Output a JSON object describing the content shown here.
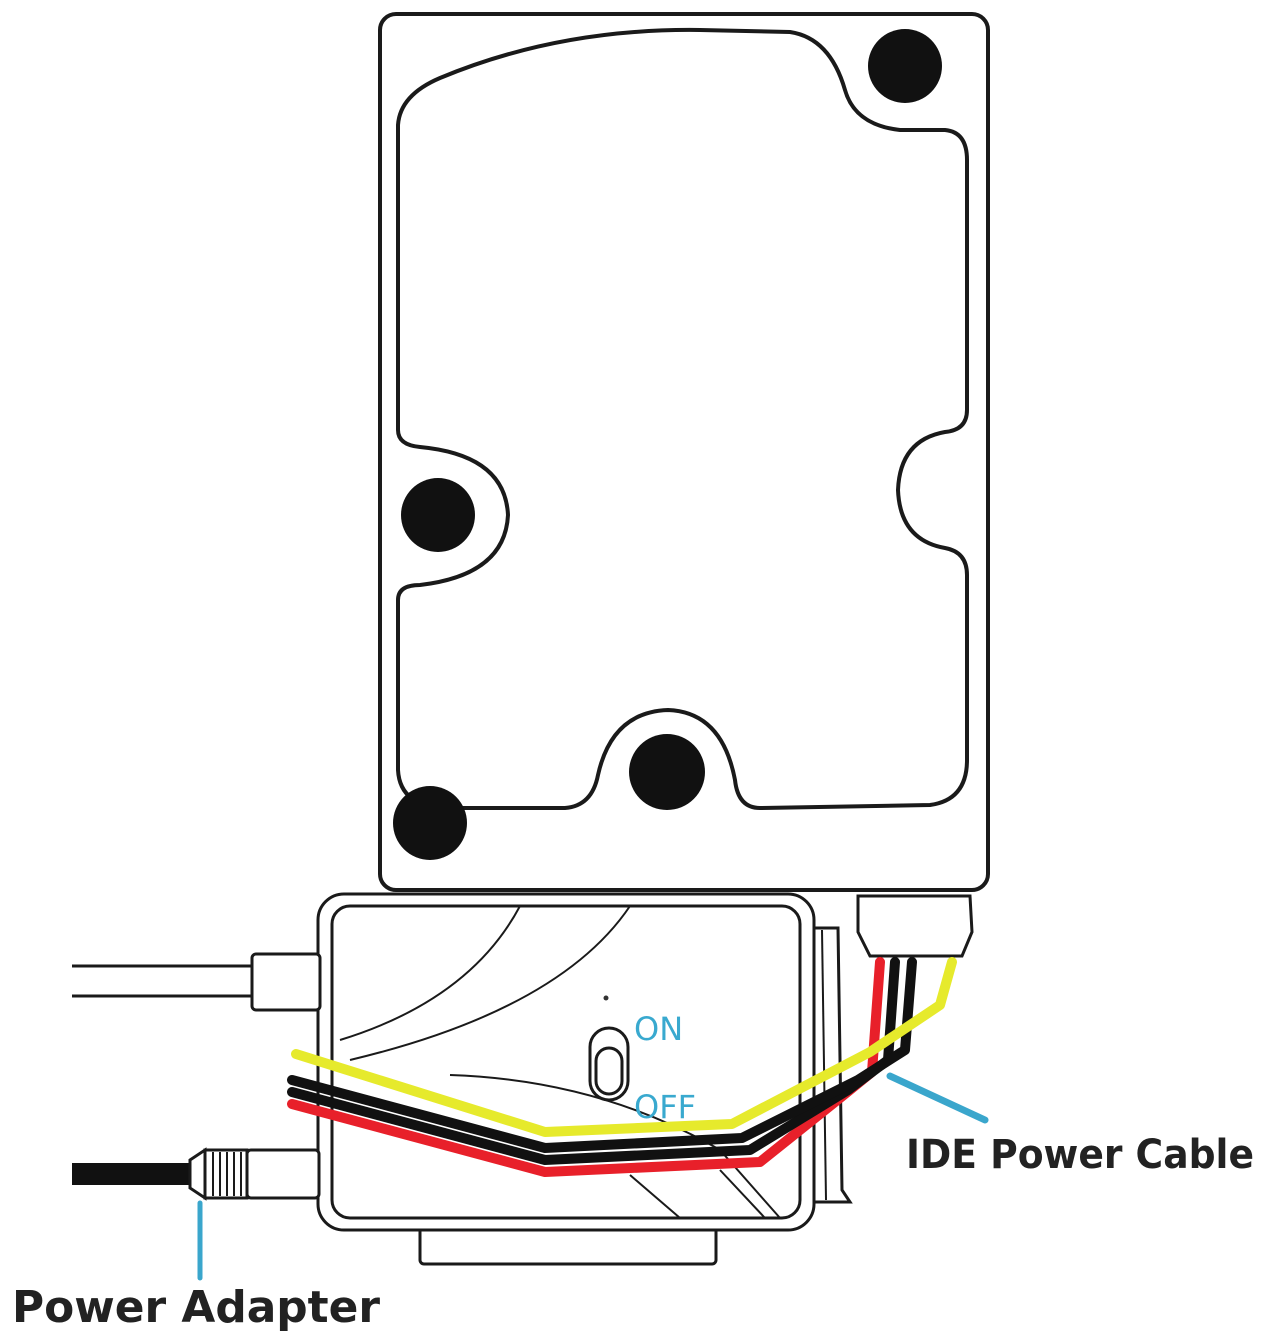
{
  "labels": {
    "switch_on": "ON",
    "switch_off": "OFF",
    "ide_power_cable": "IDE Power Cable",
    "power_adapter": "Power Adapter"
  },
  "colors": {
    "outline": "#1a1a1a",
    "callout": "#3aa6cc",
    "switch_text": "#39a9cf",
    "wire_red": "#e8202a",
    "wire_yellow": "#e6ea2c",
    "wire_black": "#111111"
  }
}
